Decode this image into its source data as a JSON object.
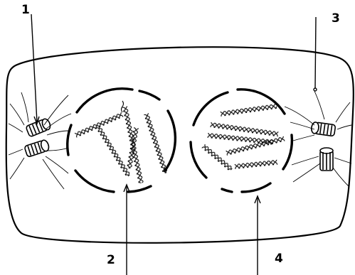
{
  "labels": {
    "label_1": "1",
    "label_2": "2",
    "label_3": "3",
    "label_4": "4"
  },
  "colors": {
    "ink": "#000000",
    "background": "#ffffff"
  }
}
